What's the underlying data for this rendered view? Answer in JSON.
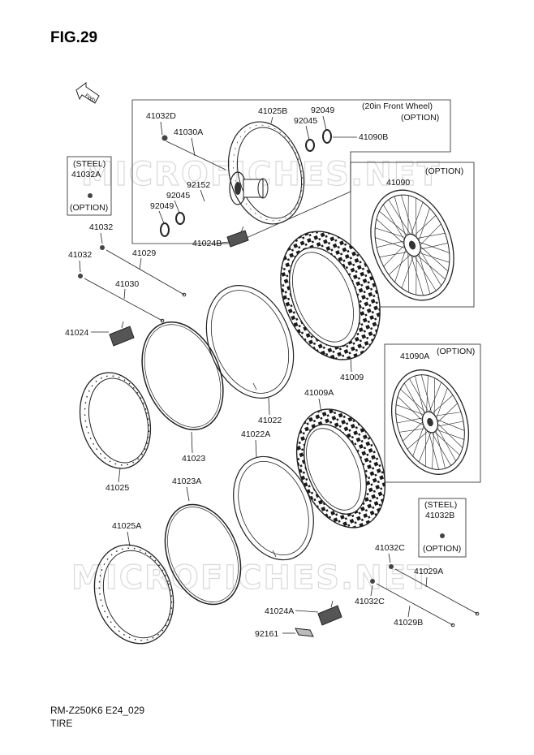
{
  "figure": {
    "title": "FIG.29",
    "model_code": "RM-Z250K6 E24_029",
    "section": "TIRE",
    "fwd_label": "FWD"
  },
  "watermark": "MICROFICHES.NET",
  "boxes": {
    "front_wheel_20in": {
      "line1": "(20in Front Wheel)",
      "line2": "(OPTION)"
    },
    "wheel_41090": {
      "title": "(OPTION)"
    },
    "wheel_41090a": {
      "title": "(OPTION)"
    },
    "steel_41032a": {
      "line1": "(STEEL)",
      "line2": "(OPTION)"
    },
    "steel_41032b": {
      "line1": "(STEEL)",
      "line2": "(OPTION)"
    }
  },
  "labels": {
    "p41032D": "41032D",
    "p41025B": "41025B",
    "p92049_top": "92049",
    "p92045_top": "92045",
    "p41030A": "41030A",
    "p41090B": "41090B",
    "p92152": "92152",
    "p92045_mid": "92045",
    "p92049_mid": "92049",
    "p41024B": "41024B",
    "p41032A": "41032A",
    "p41090": "41090",
    "p41032_a": "41032",
    "p41032_b": "41032",
    "p41029": "41029",
    "p41030": "41030",
    "p41024": "41024",
    "p41009": "41009",
    "p41090A": "41090A",
    "p41009A": "41009A",
    "p41022": "41022",
    "p41022A": "41022A",
    "p41023": "41023",
    "p41025": "41025",
    "p41023A": "41023A",
    "p41025A": "41025A",
    "p41032B": "41032B",
    "p41032C_a": "41032C",
    "p41032C_b": "41032C",
    "p41029A": "41029A",
    "p41029B": "41029B",
    "p41024A": "41024A",
    "p92161": "92161"
  }
}
